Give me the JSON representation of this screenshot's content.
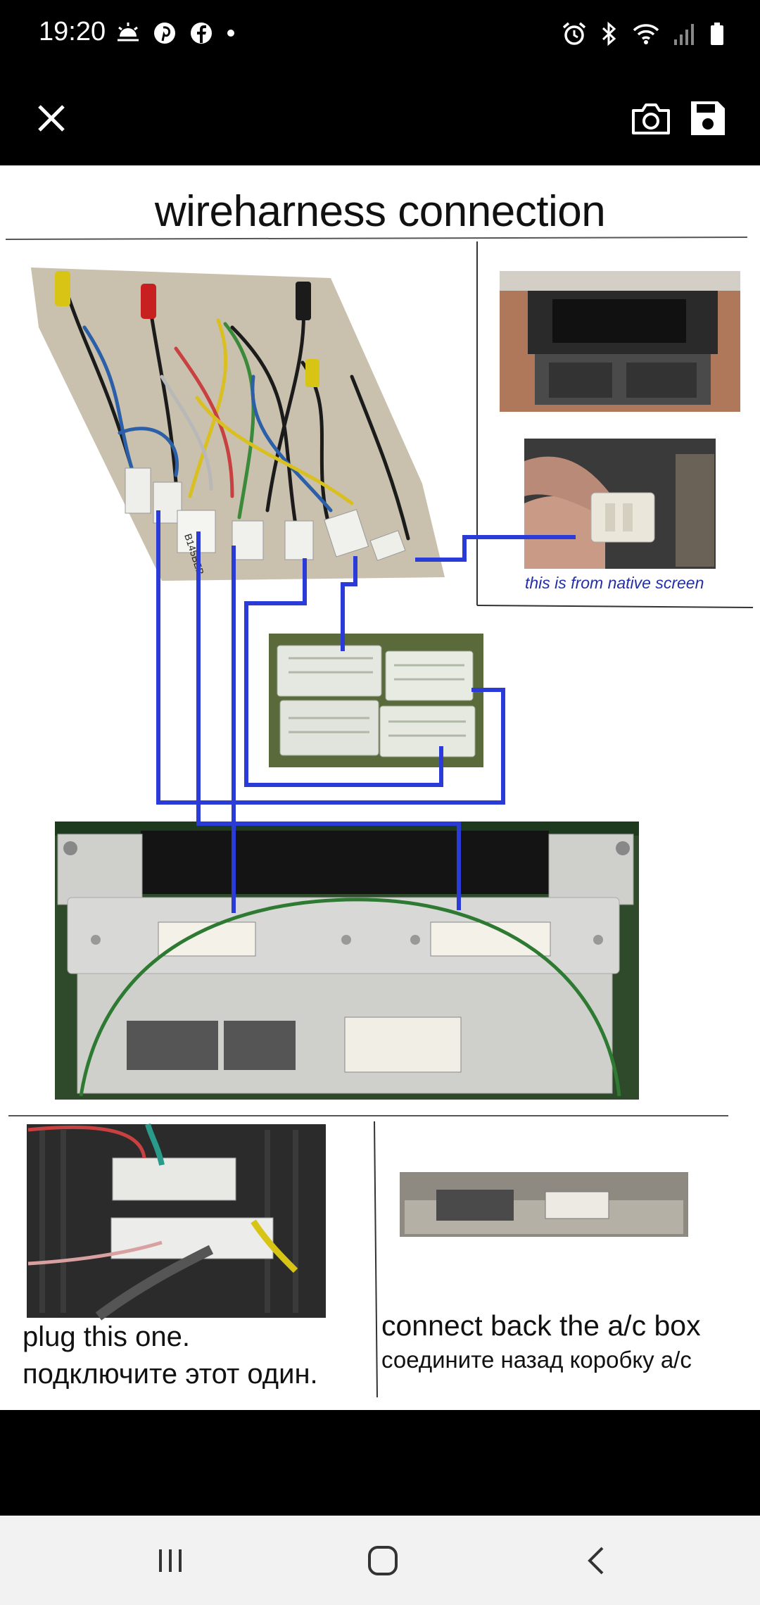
{
  "status_bar": {
    "time": "19:20",
    "left_icons": [
      "weather-sunrise-icon",
      "pinterest-icon",
      "facebook-icon",
      "dot-icon"
    ],
    "right_icons": [
      "alarm-icon",
      "bluetooth-icon",
      "wifi-icon",
      "signal-icon",
      "battery-icon"
    ]
  },
  "toolbar": {
    "close_icon": "close-icon",
    "camera_icon": "camera-icon",
    "save_icon": "save-icon"
  },
  "image": {
    "title": "wireharness connection",
    "native_screen_caption": "this is from native screen",
    "plug_caption_en": "plug this one.",
    "plug_caption_ru": "подключите этот один.",
    "ac_caption_en": "connect back the a/c box",
    "ac_caption_ru": "соедините назад коробку а/с",
    "connector_label": "B145BEB"
  },
  "nav_bar": {
    "recents_icon": "recents-icon",
    "home_icon": "home-icon",
    "back_icon": "back-icon"
  },
  "colors": {
    "wire_blue": "#2a3bd8",
    "circle_green": "#2e7a32",
    "harness_bg": "#c9c1ae"
  }
}
